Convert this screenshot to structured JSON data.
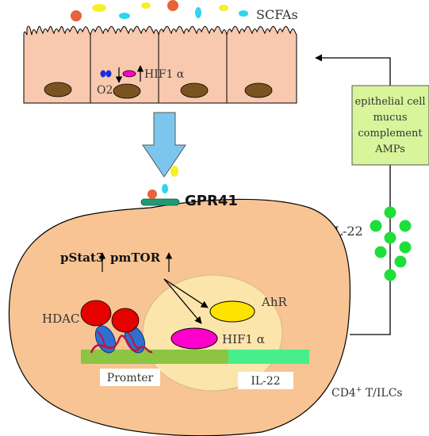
{
  "labels": {
    "scfas": "SCFAs",
    "hif1a_top": "HIF1 α",
    "o2": "O2",
    "effects_box": [
      "epithelial cell",
      "mucus",
      "complement",
      "AMPs"
    ],
    "gpr41": "GPR41",
    "il22_outside": "IL-22",
    "pstat3": "pStat3",
    "pmtor": "pmTOR",
    "hdac": "HDAC",
    "ahr": "AhR",
    "hif1a_nucleus": "HIF1 α",
    "promoter": "Promter",
    "il22_gene": "IL-22",
    "cell_type_base": "CD4",
    "cell_type_sup": "+",
    "cell_type_rest": " T/ILCs"
  },
  "colors": {
    "epithelium": "#f8c9ae",
    "nucleus_dark": "#7a5420",
    "tcell": "#f8c493",
    "nucleus_light": "#fbe5ab",
    "hdac": "#e60000",
    "nucleosome": "#2f6fd1",
    "ahr": "#ffe300",
    "hif1a": "#ff00cc",
    "promoter_bar": "#8cc542",
    "il22_bar": "#47ef8a",
    "il22_dots": "#1ede3a",
    "gpr41": "#1f9a74",
    "effects_box": "#d8f59b",
    "big_arrow": "#7cc6ee",
    "scfa_orange": "#e8623a",
    "scfa_yellow": "#f6ef2a",
    "scfa_cyan": "#2fd4ee"
  }
}
